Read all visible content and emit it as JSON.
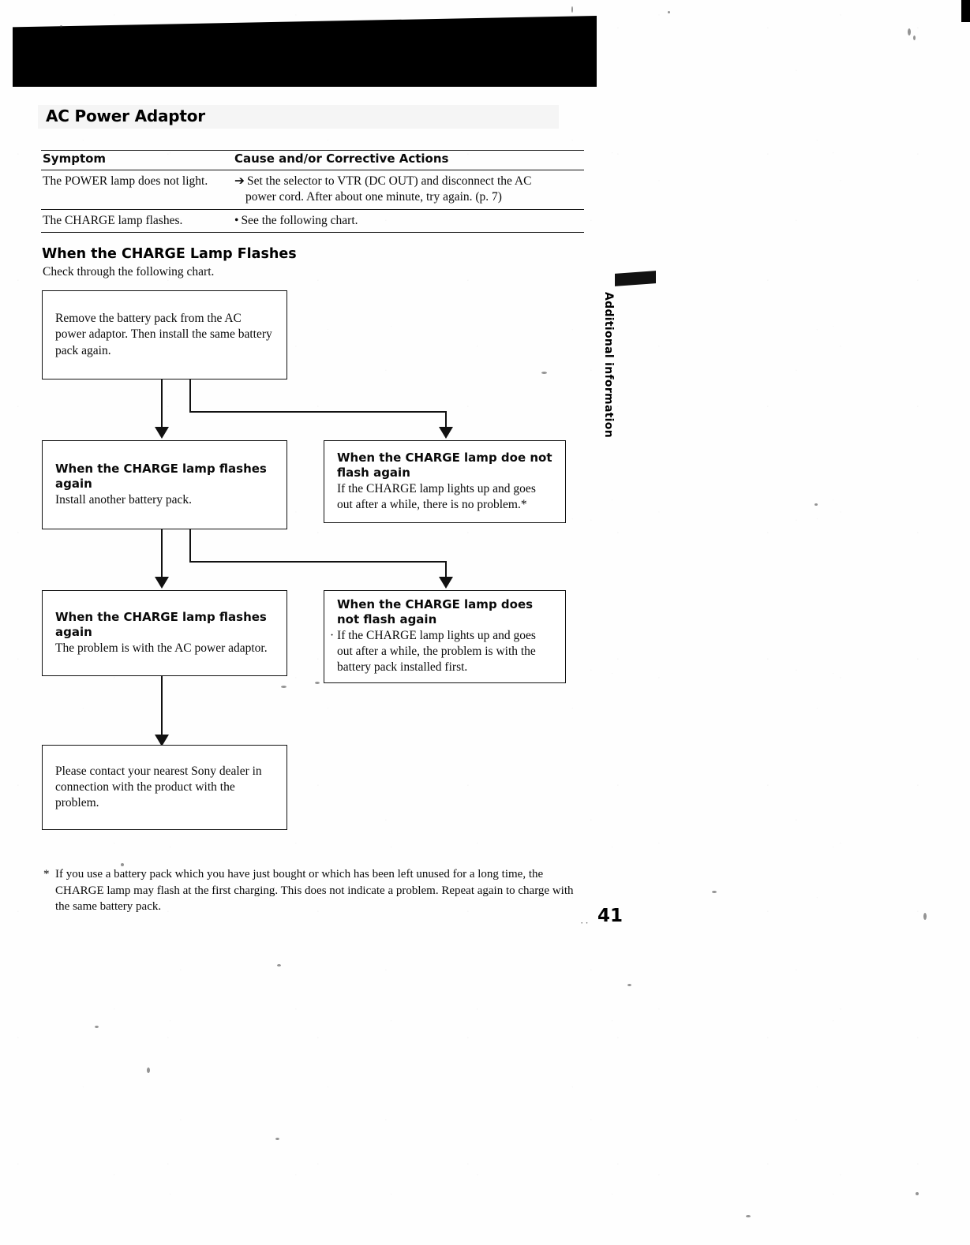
{
  "document": {
    "section_title": "AC Power Adaptor",
    "page_number": "41",
    "side_tab_label": "Additional information"
  },
  "troubleshooting_table": {
    "headers": [
      "Symptom",
      "Cause and/or Corrective Actions"
    ],
    "rows": [
      {
        "symptom": "The POWER lamp does not light.",
        "lead": "➔",
        "cause_line1": "Set the selector to VTR (DC OUT) and disconnect the AC",
        "cause_line2": "power cord. After about one minute, try again. (p. 7)"
      },
      {
        "symptom": "The CHARGE lamp flashes.",
        "lead": "•",
        "cause_line1": "See the following chart.",
        "cause_line2": ""
      }
    ]
  },
  "flowchart": {
    "heading": "When the CHARGE Lamp Flashes",
    "subheading": "Check through the following chart.",
    "boxes": [
      {
        "id": "start",
        "bold": "",
        "body": "Remove the battery pack from the AC power adaptor. Then install the same battery pack again."
      },
      {
        "id": "flashes-again-1",
        "bold": "When the CHARGE lamp flashes again",
        "body": "Install another battery pack."
      },
      {
        "id": "does-not-flash-1",
        "bold": "When the CHARGE lamp doe not flash again",
        "body": "If the CHARGE lamp lights up and goes out after a while, there is no problem.*"
      },
      {
        "id": "flashes-again-2",
        "bold": "When the CHARGE lamp flashes again",
        "body": "The problem is with the AC power adaptor."
      },
      {
        "id": "does-not-flash-2",
        "bold": "When the CHARGE lamp does not flash again",
        "body": "If the CHARGE lamp lights up and goes out after a while, the problem is with the battery pack installed first."
      },
      {
        "id": "contact-sony",
        "bold": "",
        "body": "Please contact your nearest Sony dealer in connection with the product with the problem."
      }
    ]
  },
  "footnote": {
    "mark": "*",
    "text": "If you use a battery pack which you have just bought or which has been left unused for a long time, the CHARGE lamp may flash at the first charging. This does not indicate a problem. Repeat again to charge with the same battery pack."
  }
}
